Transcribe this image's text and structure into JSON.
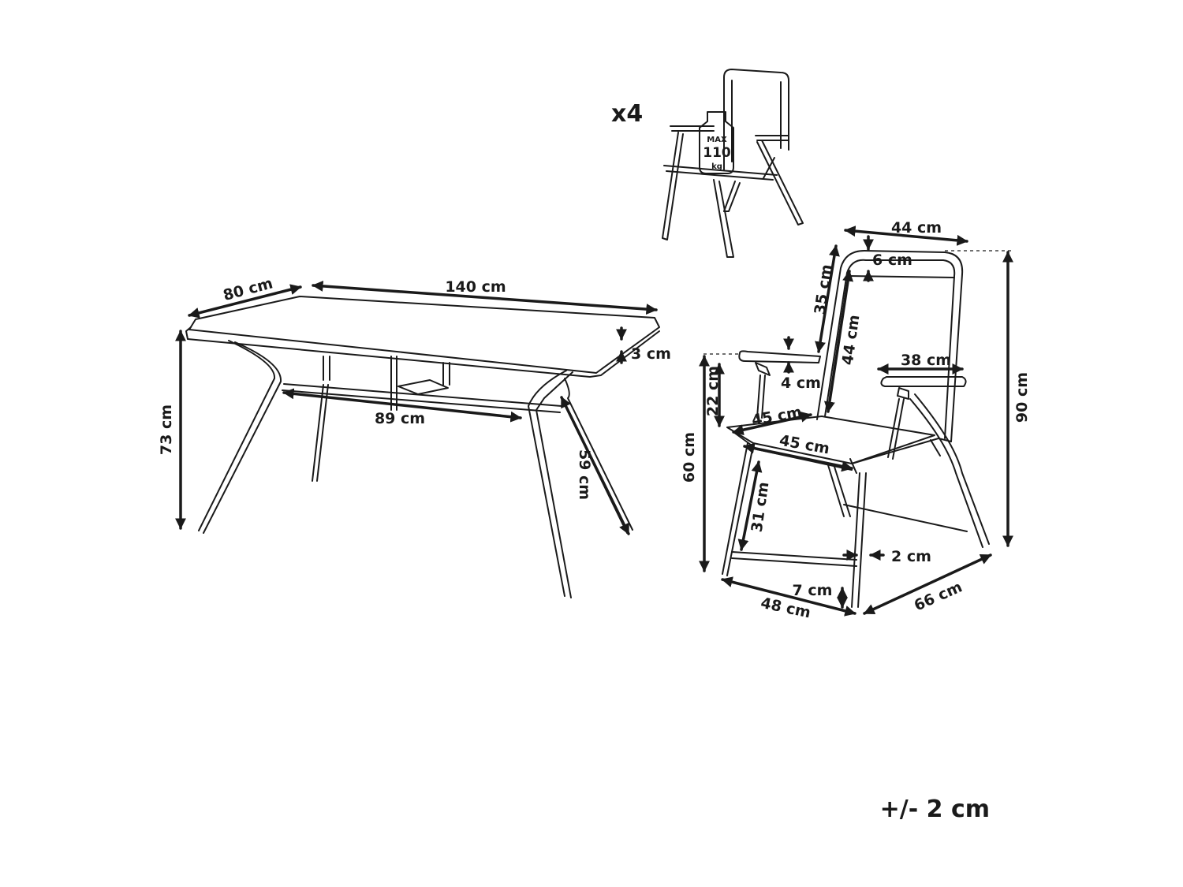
{
  "set": {
    "quantity": "x4",
    "load": {
      "max": "MAX",
      "value": "110",
      "unit": "kg"
    },
    "tolerance": "+/- 2 cm"
  },
  "table": {
    "depth": "80 cm",
    "length": "140 cm",
    "top_thickness": "3 cm",
    "height": "73 cm",
    "leg_span": "89 cm",
    "leg_length": "59 cm"
  },
  "chair": {
    "back_width": "44 cm",
    "back_top_band": "6 cm",
    "back_upper": "35 cm",
    "back_height": "44 cm",
    "armrest_thickness": "4 cm",
    "armrest_gap": "38 cm",
    "total_height": "90 cm",
    "armrest_height": "22 cm",
    "seat_depth": "45 cm",
    "seat_width": "45 cm",
    "arm_height": "60 cm",
    "seat_height": "31 cm",
    "tube": "2 cm",
    "foot_bar": "7 cm",
    "base_width": "48 cm",
    "base_depth": "66 cm"
  }
}
